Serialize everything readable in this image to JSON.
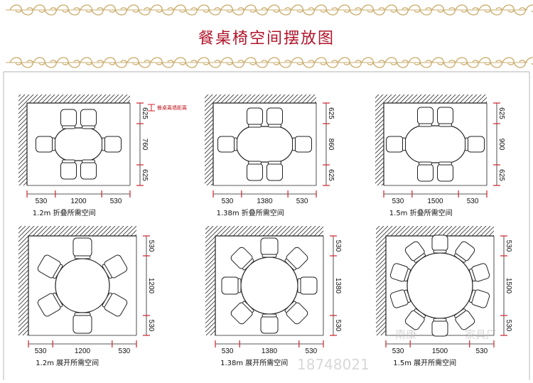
{
  "title": "餐桌椅空间摆放图",
  "note": "餐桌离墙距离",
  "colors": {
    "title": "#b0142a",
    "note": "#c0161e",
    "ornament": "#c9ab6a",
    "dim_red": "#d0202a",
    "line": "#222222"
  },
  "layouts": [
    {
      "caption": "1.2m 折叠所需空间",
      "table_shape": "oval",
      "chairs": 6,
      "side_chairs": 2,
      "bottom_dims": [
        "530",
        "1200",
        "530"
      ],
      "right_dims": [
        "625",
        "760",
        "625"
      ]
    },
    {
      "caption": "1.38m 折叠所需空间",
      "table_shape": "oval",
      "chairs": 6,
      "side_chairs": 2,
      "bottom_dims": [
        "530",
        "1380",
        "530"
      ],
      "right_dims": [
        "625",
        "860",
        "625"
      ]
    },
    {
      "caption": "1.5m 折叠所需空间",
      "table_shape": "oval",
      "chairs": 6,
      "side_chairs": 2,
      "bottom_dims": [
        "530",
        "1500",
        "530"
      ],
      "right_dims": [
        "625",
        "900",
        "625"
      ]
    },
    {
      "caption": "1.2m 展开所需空间",
      "table_shape": "round",
      "chairs": 6,
      "bottom_dims": [
        "530",
        "1200",
        "530"
      ],
      "right_dims": [
        "530",
        "1200",
        "530"
      ]
    },
    {
      "caption": "1.38m 展开所需空间",
      "table_shape": "round",
      "chairs": 8,
      "bottom_dims": [
        "530",
        "1380",
        "530"
      ],
      "right_dims": [
        "530",
        "1380",
        "530"
      ]
    },
    {
      "caption": "1.5m 展开所需空间",
      "table_shape": "round",
      "chairs": 10,
      "bottom_dims": [
        "530",
        "1500",
        "530"
      ],
      "right_dims": [
        "530",
        "1500",
        "530"
      ]
    }
  ],
  "watermark": {
    "factory": "南康",
    "factory_end": "家具厂",
    "phone": "18748021"
  }
}
